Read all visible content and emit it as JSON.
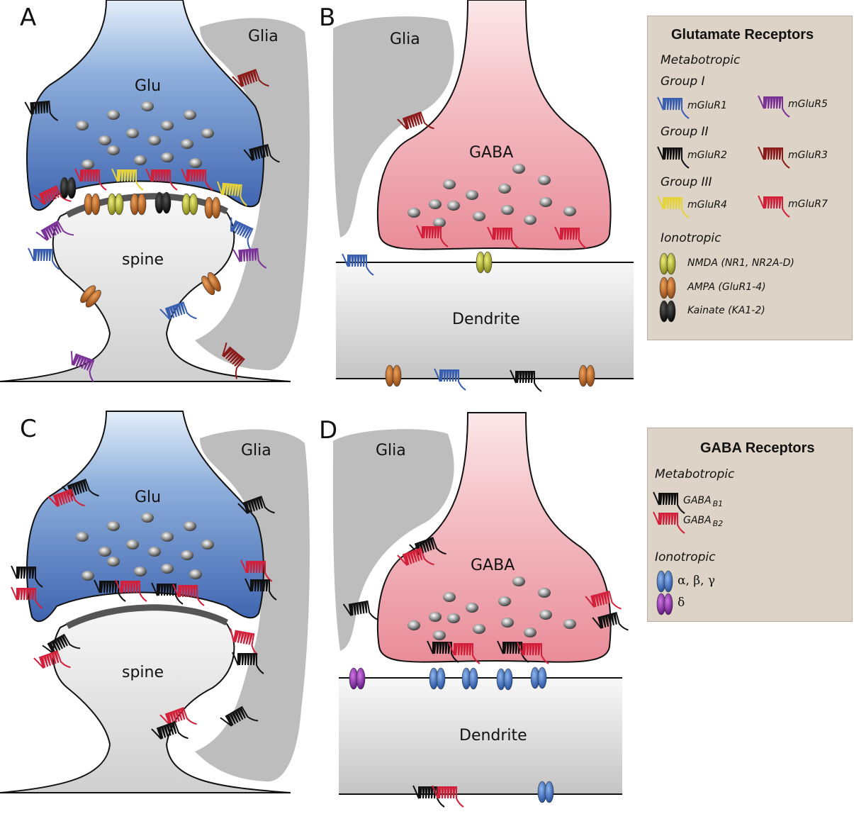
{
  "panels": {
    "A": {
      "letter": "A",
      "bouton": "Glu",
      "spine": "spine",
      "glia": "Glia"
    },
    "B": {
      "letter": "B",
      "bouton": "GABA",
      "dendrite": "Dendrite",
      "glia": "Glia"
    },
    "C": {
      "letter": "C",
      "bouton": "Glu",
      "spine": "spine",
      "glia": "Glia"
    },
    "D": {
      "letter": "D",
      "bouton": "GABA",
      "dendrite": "Dendrite",
      "glia": "Glia"
    }
  },
  "glutamate_legend": {
    "title": "Glutamate Receptors",
    "metabotropic": "Metabotropic",
    "group1": "Group I",
    "group2": "Group II",
    "group3": "Group III",
    "mglur1": "mGluR1",
    "mglur5": "mGluR5",
    "mglur2": "mGluR2",
    "mglur3": "mGluR3",
    "mglur4": "mGluR4",
    "mglur7": "mGluR7",
    "ionotropic": "Ionotropic",
    "nmda": "NMDA (NR1, NR2A-D)",
    "ampa": "AMPA (GluR1-4)",
    "kainate": "Kainate (KA1-2)"
  },
  "gaba_legend": {
    "title": "GABA Receptors",
    "metabotropic": "Metabotropic",
    "gabab1_main": "GABA",
    "gabab1_sub": "B1",
    "gabab2_main": "GABA",
    "gabab2_sub": "B2",
    "ionotropic": "Ionotropic",
    "abg": "α, β, γ",
    "delta": "δ"
  },
  "colors": {
    "mglur1": "#3a5fb0",
    "mglur5": "#7b3296",
    "mglur2": "#111111",
    "mglur3": "#8b1a1a",
    "mglur4": "#e6d23a",
    "mglur7": "#d3203a",
    "nmda": "#b8b820",
    "ampa": "#c0641c",
    "kainate": "#111111",
    "gabab1": "#111111",
    "gabab2": "#d3203a",
    "gabaa_abg": "#3a6fc8",
    "gabaa_delta": "#8a2aa8",
    "glia": "#bdbdbd",
    "glu_bouton": "#4f74bd",
    "gaba_bouton": "#ec9fa8",
    "spine": "#e6e6e6",
    "legend_bg": "#ddd3c6"
  }
}
